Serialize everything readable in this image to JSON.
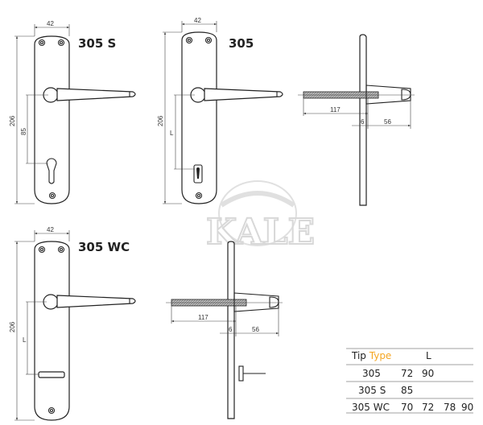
{
  "watermark": "KALE",
  "drawings": [
    {
      "title": "305 S",
      "width_dim": "42",
      "height_dim": "206",
      "spacing_dim": "85"
    },
    {
      "title": "305",
      "width_dim": "42",
      "height_dim": "206",
      "spacing_dim": "L"
    },
    {
      "title": "305 WC",
      "width_dim": "42",
      "height_dim": "206",
      "spacing_dim": "L"
    }
  ],
  "side_views": [
    {
      "length_dim": "117",
      "plate_dim": "6",
      "handle_dim": "56"
    },
    {
      "length_dim": "117",
      "plate_dim": "6",
      "handle_dim": "56"
    }
  ],
  "table": {
    "header_tip": "Tip",
    "header_type": "Type",
    "header_l": "L",
    "accent": "#f5a623",
    "rows": [
      {
        "type": "305",
        "values": [
          "72",
          "90",
          "",
          ""
        ]
      },
      {
        "type": "305 S",
        "values": [
          "85",
          "",
          "",
          ""
        ]
      },
      {
        "type": "305 WC",
        "values": [
          "70",
          "72",
          "78",
          "90"
        ]
      }
    ]
  }
}
